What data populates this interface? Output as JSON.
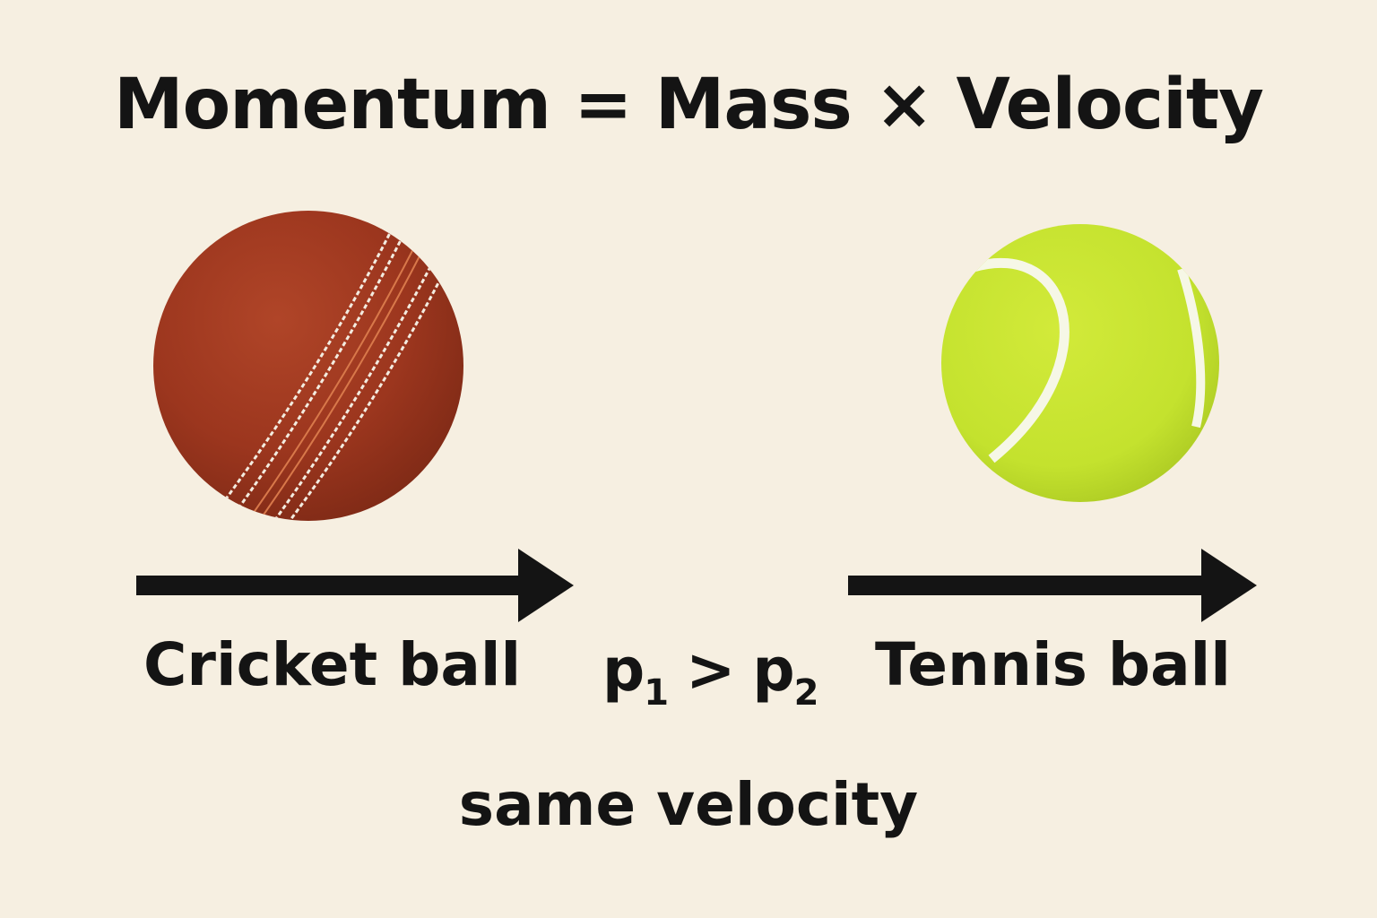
{
  "title": {
    "term1": "Momentum",
    "eq": "=",
    "term2": "Mass",
    "op": "×",
    "term3": "Velocity"
  },
  "objects": [
    {
      "label": "Cricket ball",
      "icon": "cricket-ball-icon",
      "color": "#a33a20",
      "seam_color": "#f3ece0"
    },
    {
      "label": "Tennis ball",
      "icon": "tennis-ball-icon",
      "color": "#c4e22e",
      "seam_color": "#f6f7e6"
    }
  ],
  "comparison": {
    "lhs": "p",
    "lhs_sub": "1",
    "op": ">",
    "rhs": "p",
    "rhs_sub": "2"
  },
  "footer": "same velocity",
  "colors": {
    "background": "#f6efe1",
    "text": "#141414",
    "arrow": "#141414"
  }
}
